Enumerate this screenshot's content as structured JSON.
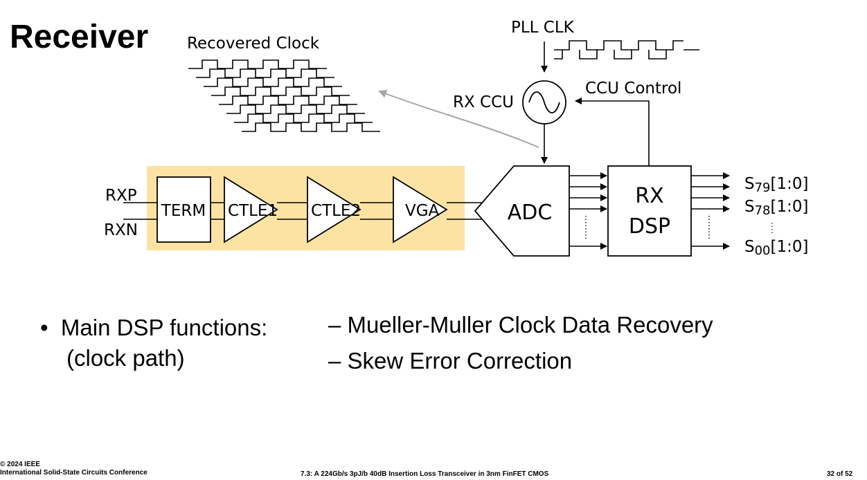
{
  "slide": {
    "title": "Receiver",
    "slide_number": "32 of 52",
    "footer_copyright": "© 2024 IEEE",
    "footer_conference": "International Solid-State Circuits Conference",
    "footer_paper": "7.3: A 224Gb/s 3pJ/b 40dB Insertion Loss Transceiver in 3nm FinFET CMOS"
  },
  "diagram": {
    "recovered_clock_label": "Recovered Clock",
    "pll_clk_label": "PLL CLK",
    "rx_ccu_label": "RX CCU",
    "ccu_control_label": "CCU Control",
    "rxp_label": "RXP",
    "rxn_label": "RXN",
    "term_label": "TERM",
    "ctle1_label": "CTLE1",
    "ctle2_label": "CTLE2",
    "vga_label": "VGA",
    "adc_label": "ADC",
    "rx_dsp_label_1": "RX",
    "rx_dsp_label_2": "DSP",
    "outputs": [
      {
        "base": "S",
        "sub": "79",
        "suffix": "[1:0]"
      },
      {
        "base": "S",
        "sub": "78",
        "suffix": "[1:0]"
      },
      {
        "base": "S",
        "sub": "00",
        "suffix": "[1:0]"
      }
    ],
    "colors": {
      "highlight": "#fce3a4",
      "gray_arrow": "#a6a6a6"
    }
  },
  "bullets": {
    "main_line1": "Main DSP functions:",
    "main_line2": "(clock path)",
    "sub_items": [
      "– Mueller-Muller Clock Data Recovery",
      "– Skew Error Correction"
    ]
  }
}
